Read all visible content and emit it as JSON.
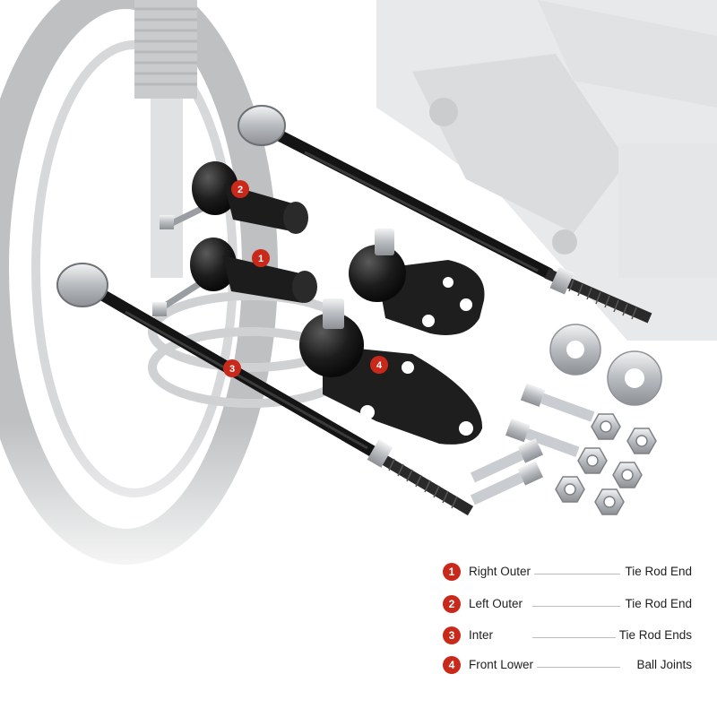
{
  "callouts": {
    "c1": "1",
    "c2": "2",
    "c3": "3",
    "c4": "4"
  },
  "legend": [
    {
      "num": "1",
      "left": "Right Outer",
      "right": "Tie Rod End"
    },
    {
      "num": "2",
      "left": "Left Outer",
      "right": "Tie Rod End"
    },
    {
      "num": "3",
      "left": "Inter",
      "right": "Tie Rod Ends"
    },
    {
      "num": "4",
      "left": "Front Lower",
      "right": "Ball Joints"
    }
  ],
  "colors": {
    "badge": "#c8291b",
    "part_dark": "#1a1a1a",
    "hardware_silver": "#bfc2c6",
    "background_faded": "#e4e6e8"
  }
}
